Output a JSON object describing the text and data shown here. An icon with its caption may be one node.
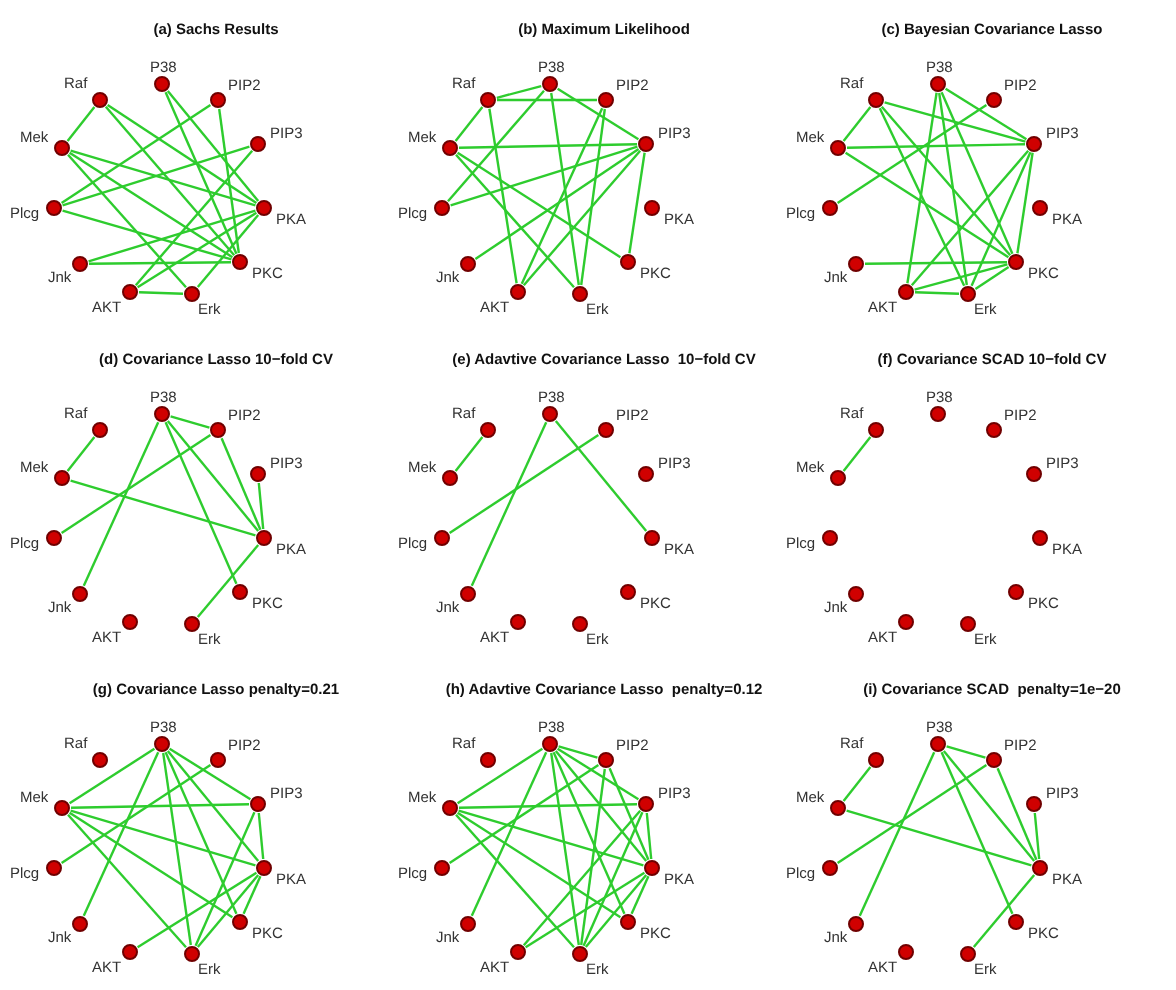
{
  "diagram": {
    "nodes": [
      {
        "text": [
          "P38"
        ]
      },
      {
        "text": [
          "PIP2"
        ]
      },
      {
        "text": [
          "PIP3"
        ]
      },
      {
        "text": [
          "PKA"
        ]
      },
      {
        "text": [
          "PKC"
        ]
      },
      {
        "text": [
          "Erk"
        ]
      },
      {
        "text": [
          "AKT"
        ]
      },
      {
        "text": [
          "Jnk"
        ]
      },
      {
        "text": [
          "Plcg"
        ]
      },
      {
        "text": [
          "Mek"
        ]
      },
      {
        "text": [
          "Raf"
        ]
      },
      {
        "text": [
          "P38"
        ]
      },
      {
        "text": [
          "PIP2"
        ]
      },
      {
        "text": [
          "PIP3"
        ]
      },
      {
        "text": [
          "PKA"
        ]
      },
      {
        "text": [
          "PKC"
        ]
      },
      {
        "text": [
          "Erk"
        ]
      },
      {
        "text": [
          "AKT"
        ]
      },
      {
        "text": [
          "Jnk"
        ]
      },
      {
        "text": [
          "Plcg"
        ]
      },
      {
        "text": [
          "Mek"
        ]
      },
      {
        "text": [
          "Raf"
        ]
      },
      {
        "text": [
          "P38"
        ]
      },
      {
        "text": [
          "PIP2"
        ]
      },
      {
        "text": [
          "PIP3"
        ]
      },
      {
        "text": [
          "PKA"
        ]
      },
      {
        "text": [
          "PKC"
        ]
      },
      {
        "text": [
          "Erk"
        ]
      },
      {
        "text": [
          "AKT"
        ]
      },
      {
        "text": [
          "Jnk"
        ]
      },
      {
        "text": [
          "Plcg"
        ]
      },
      {
        "text": [
          "Mek"
        ]
      },
      {
        "text": [
          "Raf"
        ]
      },
      {
        "text": [
          "P38"
        ]
      },
      {
        "text": [
          "PIP2"
        ]
      },
      {
        "text": [
          "PIP3"
        ]
      },
      {
        "text": [
          "PKA"
        ]
      },
      {
        "text": [
          "PKC"
        ]
      },
      {
        "text": [
          "Erk"
        ]
      },
      {
        "text": [
          "AKT"
        ]
      },
      {
        "text": [
          "Jnk"
        ]
      },
      {
        "text": [
          "Plcg"
        ]
      },
      {
        "text": [
          "Mek"
        ]
      },
      {
        "text": [
          "Raf"
        ]
      },
      {
        "text": [
          "P38"
        ]
      },
      {
        "text": [
          "PIP2"
        ]
      },
      {
        "text": [
          "PIP3"
        ]
      },
      {
        "text": [
          "PKA"
        ]
      },
      {
        "text": [
          "PKC"
        ]
      },
      {
        "text": [
          "Erk"
        ]
      },
      {
        "text": [
          "AKT"
        ]
      },
      {
        "text": [
          "Jnk"
        ]
      },
      {
        "text": [
          "Plcg"
        ]
      },
      {
        "text": [
          "Mek"
        ]
      },
      {
        "text": [
          "Raf"
        ]
      },
      {
        "text": [
          "P38"
        ]
      },
      {
        "text": [
          "PIP2"
        ]
      },
      {
        "text": [
          "PIP3"
        ]
      },
      {
        "text": [
          "PKA"
        ]
      },
      {
        "text": [
          "PKC"
        ]
      },
      {
        "text": [
          "Erk"
        ]
      },
      {
        "text": [
          "AKT"
        ]
      },
      {
        "text": [
          "Jnk"
        ]
      },
      {
        "text": [
          "Plcg"
        ]
      },
      {
        "text": [
          "Mek"
        ]
      },
      {
        "text": [
          "Raf"
        ]
      },
      {
        "text": [
          "P38"
        ]
      },
      {
        "text": [
          "PIP2"
        ]
      },
      {
        "text": [
          "PIP3"
        ]
      },
      {
        "text": [
          "PKA"
        ]
      },
      {
        "text": [
          "PKC"
        ]
      },
      {
        "text": [
          "Erk"
        ]
      },
      {
        "text": [
          "AKT"
        ]
      },
      {
        "text": [
          "Jnk"
        ]
      },
      {
        "text": [
          "Plcg"
        ]
      },
      {
        "text": [
          "Mek"
        ]
      },
      {
        "text": [
          "Raf"
        ]
      },
      {
        "text": [
          "P38"
        ]
      },
      {
        "text": [
          "PIP2"
        ]
      },
      {
        "text": [
          "PIP3"
        ]
      },
      {
        "text": [
          "PKA"
        ]
      },
      {
        "text": [
          "PKC"
        ]
      },
      {
        "text": [
          "Erk"
        ]
      },
      {
        "text": [
          "AKT"
        ]
      },
      {
        "text": [
          "Jnk"
        ]
      },
      {
        "text": [
          "Plcg"
        ]
      },
      {
        "text": [
          "Mek"
        ]
      },
      {
        "text": [
          "Raf"
        ]
      },
      {
        "text": [
          "P38"
        ]
      },
      {
        "text": [
          "PIP2"
        ]
      },
      {
        "text": [
          "PIP3"
        ]
      },
      {
        "text": [
          "PKA"
        ]
      },
      {
        "text": [
          "PKC"
        ]
      },
      {
        "text": [
          "Erk"
        ]
      },
      {
        "text": [
          "AKT"
        ]
      },
      {
        "text": [
          "Jnk"
        ]
      },
      {
        "text": [
          "Plcg"
        ]
      },
      {
        "text": [
          "Mek"
        ]
      },
      {
        "text": [
          "Raf"
        ]
      }
    ],
    "edges": [
      {
        "from": 10,
        "to": 9,
        "arrow": "none"
      },
      {
        "from": 10,
        "to": 3,
        "arrow": "none"
      },
      {
        "from": 10,
        "to": 4,
        "arrow": "none"
      },
      {
        "from": 9,
        "to": 3,
        "arrow": "none"
      },
      {
        "from": 9,
        "to": 4,
        "arrow": "none"
      },
      {
        "from": 9,
        "to": 5,
        "arrow": "none"
      },
      {
        "from": 8,
        "to": 1,
        "arrow": "none"
      },
      {
        "from": 8,
        "to": 2,
        "arrow": "none"
      },
      {
        "from": 8,
        "to": 4,
        "arrow": "none"
      },
      {
        "from": 1,
        "to": 4,
        "arrow": "none"
      },
      {
        "from": 2,
        "to": 6,
        "arrow": "none"
      },
      {
        "from": 5,
        "to": 6,
        "arrow": "none"
      },
      {
        "from": 5,
        "to": 3,
        "arrow": "none"
      },
      {
        "from": 6,
        "to": 3,
        "arrow": "none"
      },
      {
        "from": 0,
        "to": 3,
        "arrow": "none"
      },
      {
        "from": 0,
        "to": 4,
        "arrow": "none"
      },
      {
        "from": 7,
        "to": 3,
        "arrow": "none"
      },
      {
        "from": 7,
        "to": 4,
        "arrow": "none"
      },
      {
        "from": 21,
        "to": 11,
        "arrow": "none"
      },
      {
        "from": 21,
        "to": 12,
        "arrow": "none"
      },
      {
        "from": 21,
        "to": 20,
        "arrow": "none"
      },
      {
        "from": 21,
        "to": 17,
        "arrow": "none"
      },
      {
        "from": 11,
        "to": 13,
        "arrow": "none"
      },
      {
        "from": 11,
        "to": 19,
        "arrow": "none"
      },
      {
        "from": 11,
        "to": 16,
        "arrow": "none"
      },
      {
        "from": 12,
        "to": 17,
        "arrow": "none"
      },
      {
        "from": 12,
        "to": 16,
        "arrow": "none"
      },
      {
        "from": 20,
        "to": 13,
        "arrow": "none"
      },
      {
        "from": 20,
        "to": 16,
        "arrow": "none"
      },
      {
        "from": 20,
        "to": 15,
        "arrow": "none"
      },
      {
        "from": 13,
        "to": 19,
        "arrow": "none"
      },
      {
        "from": 13,
        "to": 18,
        "arrow": "none"
      },
      {
        "from": 13,
        "to": 17,
        "arrow": "none"
      },
      {
        "from": 13,
        "to": 15,
        "arrow": "none"
      },
      {
        "from": 32,
        "to": 31,
        "arrow": "none"
      },
      {
        "from": 32,
        "to": 24,
        "arrow": "none"
      },
      {
        "from": 32,
        "to": 27,
        "arrow": "none"
      },
      {
        "from": 32,
        "to": 26,
        "arrow": "none"
      },
      {
        "from": 31,
        "to": 24,
        "arrow": "none"
      },
      {
        "from": 31,
        "to": 26,
        "arrow": "none"
      },
      {
        "from": 30,
        "to": 23,
        "arrow": "none"
      },
      {
        "from": 29,
        "to": 26,
        "arrow": "none"
      },
      {
        "from": 22,
        "to": 24,
        "arrow": "none"
      },
      {
        "from": 22,
        "to": 26,
        "arrow": "none"
      },
      {
        "from": 22,
        "to": 27,
        "arrow": "none"
      },
      {
        "from": 22,
        "to": 28,
        "arrow": "none"
      },
      {
        "from": 24,
        "to": 28,
        "arrow": "none"
      },
      {
        "from": 24,
        "to": 27,
        "arrow": "none"
      },
      {
        "from": 24,
        "to": 26,
        "arrow": "none"
      },
      {
        "from": 28,
        "to": 27,
        "arrow": "none"
      },
      {
        "from": 28,
        "to": 26,
        "arrow": "none"
      },
      {
        "from": 27,
        "to": 26,
        "arrow": "none"
      },
      {
        "from": 43,
        "to": 42,
        "arrow": "none"
      },
      {
        "from": 42,
        "to": 36,
        "arrow": "none"
      },
      {
        "from": 33,
        "to": 34,
        "arrow": "none"
      },
      {
        "from": 33,
        "to": 40,
        "arrow": "none"
      },
      {
        "from": 33,
        "to": 37,
        "arrow": "none"
      },
      {
        "from": 33,
        "to": 36,
        "arrow": "none"
      },
      {
        "from": 34,
        "to": 41,
        "arrow": "none"
      },
      {
        "from": 34,
        "to": 36,
        "arrow": "none"
      },
      {
        "from": 35,
        "to": 36,
        "arrow": "none"
      },
      {
        "from": 38,
        "to": 36,
        "arrow": "none"
      },
      {
        "from": 54,
        "to": 53,
        "arrow": "none"
      },
      {
        "from": 44,
        "to": 51,
        "arrow": "none"
      },
      {
        "from": 44,
        "to": 47,
        "arrow": "none"
      },
      {
        "from": 45,
        "to": 52,
        "arrow": "none"
      },
      {
        "from": 65,
        "to": 64,
        "arrow": "none"
      },
      {
        "from": 66,
        "to": 75,
        "arrow": "none"
      },
      {
        "from": 66,
        "to": 68,
        "arrow": "none"
      },
      {
        "from": 66,
        "to": 69,
        "arrow": "none"
      },
      {
        "from": 66,
        "to": 70,
        "arrow": "none"
      },
      {
        "from": 66,
        "to": 71,
        "arrow": "none"
      },
      {
        "from": 66,
        "to": 73,
        "arrow": "none"
      },
      {
        "from": 75,
        "to": 68,
        "arrow": "none"
      },
      {
        "from": 75,
        "to": 69,
        "arrow": "none"
      },
      {
        "from": 75,
        "to": 70,
        "arrow": "none"
      },
      {
        "from": 75,
        "to": 71,
        "arrow": "none"
      },
      {
        "from": 67,
        "to": 74,
        "arrow": "none"
      },
      {
        "from": 68,
        "to": 69,
        "arrow": "none"
      },
      {
        "from": 68,
        "to": 71,
        "arrow": "none"
      },
      {
        "from": 69,
        "to": 72,
        "arrow": "none"
      },
      {
        "from": 69,
        "to": 71,
        "arrow": "none"
      },
      {
        "from": 69,
        "to": 70,
        "arrow": "none"
      },
      {
        "from": 86,
        "to": 77,
        "arrow": "none"
      },
      {
        "from": 86,
        "to": 79,
        "arrow": "none"
      },
      {
        "from": 86,
        "to": 80,
        "arrow": "none"
      },
      {
        "from": 86,
        "to": 81,
        "arrow": "none"
      },
      {
        "from": 86,
        "to": 82,
        "arrow": "none"
      },
      {
        "from": 77,
        "to": 78,
        "arrow": "none"
      },
      {
        "from": 77,
        "to": 79,
        "arrow": "none"
      },
      {
        "from": 77,
        "to": 80,
        "arrow": "none"
      },
      {
        "from": 77,
        "to": 82,
        "arrow": "none"
      },
      {
        "from": 77,
        "to": 84,
        "arrow": "none"
      },
      {
        "from": 77,
        "to": 81,
        "arrow": "none"
      },
      {
        "from": 78,
        "to": 85,
        "arrow": "none"
      },
      {
        "from": 78,
        "to": 80,
        "arrow": "none"
      },
      {
        "from": 78,
        "to": 82,
        "arrow": "none"
      },
      {
        "from": 79,
        "to": 80,
        "arrow": "none"
      },
      {
        "from": 79,
        "to": 82,
        "arrow": "none"
      },
      {
        "from": 79,
        "to": 83,
        "arrow": "none"
      },
      {
        "from": 80,
        "to": 83,
        "arrow": "none"
      },
      {
        "from": 80,
        "to": 82,
        "arrow": "none"
      },
      {
        "from": 80,
        "to": 81,
        "arrow": "none"
      },
      {
        "from": 98,
        "to": 97,
        "arrow": "none"
      },
      {
        "from": 97,
        "to": 91,
        "arrow": "none"
      },
      {
        "from": 88,
        "to": 89,
        "arrow": "none"
      },
      {
        "from": 88,
        "to": 95,
        "arrow": "none"
      },
      {
        "from": 88,
        "to": 92,
        "arrow": "none"
      },
      {
        "from": 88,
        "to": 91,
        "arrow": "none"
      },
      {
        "from": 89,
        "to": 96,
        "arrow": "none"
      },
      {
        "from": 89,
        "to": 91,
        "arrow": "none"
      },
      {
        "from": 90,
        "to": 91,
        "arrow": "none"
      },
      {
        "from": 93,
        "to": 91,
        "arrow": "none"
      }
    ],
    "labels": [
      "(a) Sachs Results",
      "(b) Maximum Likelihood",
      "(c) Bayesian Covariance Lasso",
      "(d) Covariance Lasso 10−fold CV",
      "(e) Adavtive Covariance Lasso  10−fold CV",
      "(f) Covariance SCAD 10−fold CV",
      "(g) Covariance Lasso penalty=0.21",
      "(h) Adavtive Covariance Lasso  penalty=0.12",
      "(i) Covariance SCAD  penalty=1e−20"
    ]
  }
}
